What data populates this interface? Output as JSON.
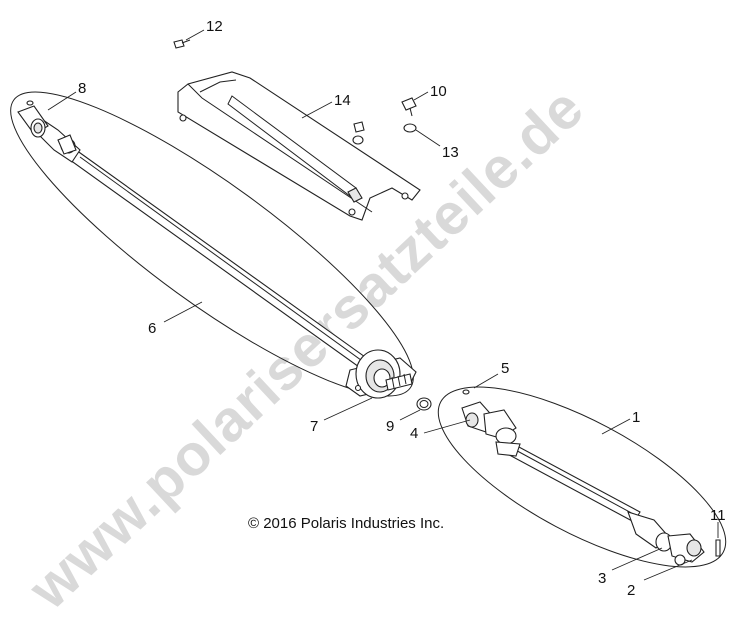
{
  "watermark": "www.polarisersatzteile.de",
  "copyright": "© 2016 Polaris Industries Inc.",
  "callouts": {
    "c1": "1",
    "c2": "2",
    "c3": "3",
    "c4": "4",
    "c5": "5",
    "c6": "6",
    "c7": "7",
    "c8": "8",
    "c9": "9",
    "c10": "10",
    "c11": "11",
    "c12": "12",
    "c13": "13",
    "c14": "14"
  }
}
